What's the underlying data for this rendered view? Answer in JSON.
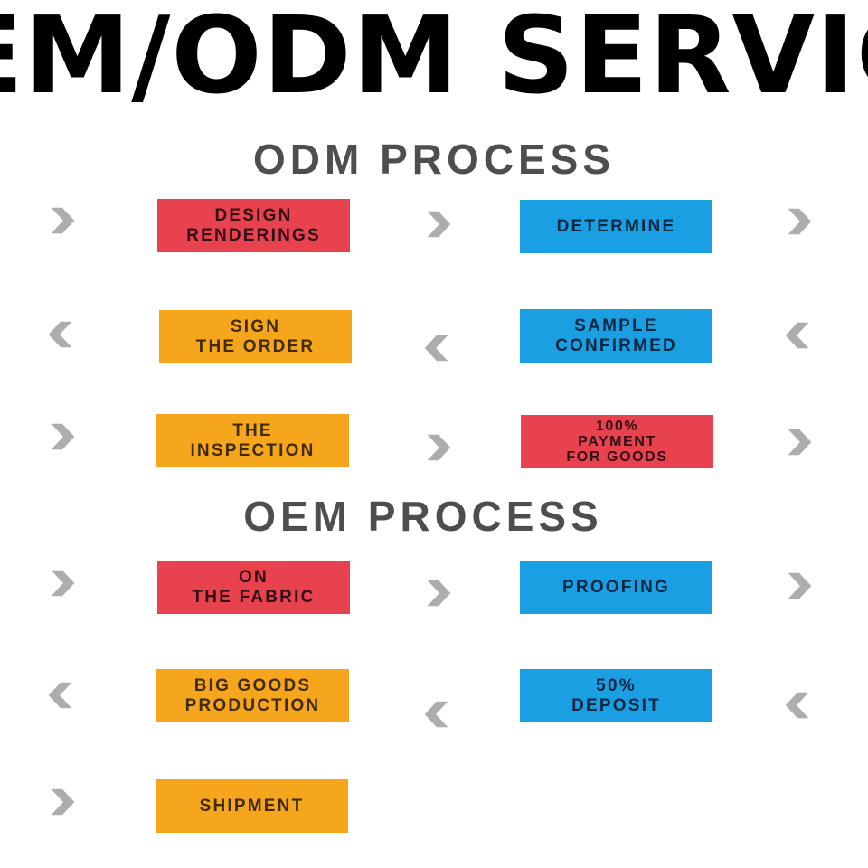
{
  "title": "OEM/ODM SERVICE",
  "icons": {
    "forward": "chevron-right-icon",
    "backward": "chevron-left-icon"
  },
  "colors": {
    "background": "#FFFFFF",
    "title_black": "#000000",
    "heading_gray": "#4E4E4E",
    "chevron_gray": "#ADADAD",
    "box_red": "#E8424F",
    "box_blue": "#1A9FE3",
    "box_orange": "#F6A61C",
    "text_on_red": "#310F16",
    "text_on_blue": "#0C2742",
    "text_on_orange": "#402B05"
  },
  "odm": {
    "heading": "ODM PROCESS",
    "row1": {
      "step1": "DESIGN\nRENDERINGS",
      "step2": "DETERMINE"
    },
    "row2": {
      "step1": "SIGN\nTHE ORDER",
      "step2": "SAMPLE\nCONFIRMED"
    },
    "row3": {
      "step1": "THE\nINSPECTION",
      "step2": "100%\nPAYMENT\nFOR GOODS"
    }
  },
  "oem": {
    "heading": "OEM PROCESS",
    "row1": {
      "step1": "ON\nTHE FABRIC",
      "step2": "PROOFING"
    },
    "row2": {
      "step1": "BIG GOODS\nPRODUCTION",
      "step2": "50%\nDEPOSIT"
    },
    "row3": {
      "step1": "SHIPMENT"
    }
  }
}
